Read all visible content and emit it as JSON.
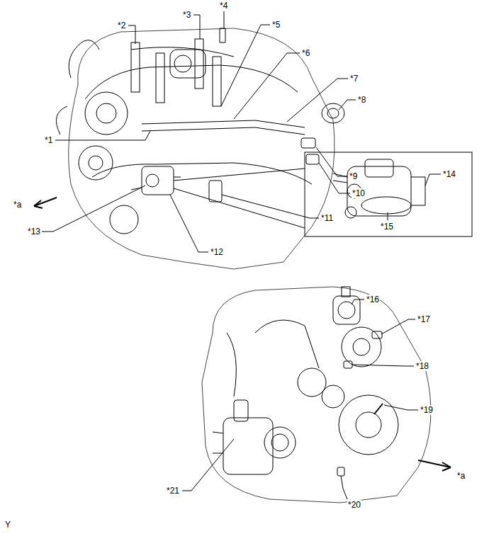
{
  "diagram": {
    "labels": [
      "*1",
      "*2",
      "*3",
      "*4",
      "*5",
      "*6",
      "*7",
      "*8",
      "*9",
      "*10",
      "*11",
      "*12",
      "*13",
      "*14",
      "*15",
      "*16",
      "*17",
      "*18",
      "*19",
      "*20",
      "*21",
      "*a",
      "*a",
      "Y"
    ]
  }
}
